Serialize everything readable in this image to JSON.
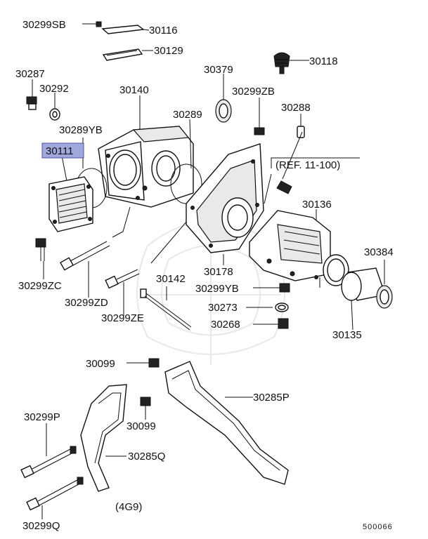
{
  "labels": {
    "p30299SB": "30299SB",
    "p30116": "30116",
    "p30129": "30129",
    "p30118": "30118",
    "p30287": "30287",
    "p30292": "30292",
    "p30140": "30140",
    "p30379": "30379",
    "p30299ZB": "30299ZB",
    "p30289": "30289",
    "p30288": "30288",
    "p30289YB": "30289YB",
    "p30111": "30111",
    "ref": "(REF. 11-100)",
    "p30136": "30136",
    "p30384": "30384",
    "p30178": "30178",
    "p30299ZC": "30299ZC",
    "p30299ZD": "30299ZD",
    "p30142": "30142",
    "p30299YB": "30299YB",
    "p30273": "30273",
    "p30268": "30268",
    "p30135": "30135",
    "p30299ZE": "30299ZE",
    "p30099a": "30099",
    "p30285P": "30285P",
    "p30299P": "30299P",
    "p30099b": "30099",
    "p30285Q": "30285Q",
    "engine": "(4G9)",
    "p30299Q": "30299Q",
    "code": "500066"
  },
  "highlight_color": "#9fa8dc"
}
